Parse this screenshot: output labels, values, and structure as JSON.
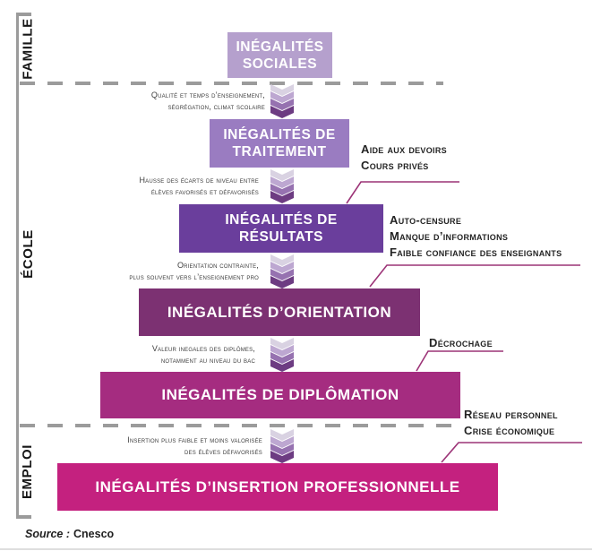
{
  "sections": [
    {
      "label": "FAMILLE"
    },
    {
      "label": "ÉCOLE"
    },
    {
      "label": "EMPLOI"
    }
  ],
  "boxes": [
    {
      "lines": [
        "INÉGALITÉS",
        "SOCIALES"
      ],
      "color": "#b5a0cd"
    },
    {
      "lines": [
        "INÉGALITÉS DE",
        "TRAITEMENT"
      ],
      "color": "#9a7cc1"
    },
    {
      "lines": [
        "INÉGALITÉS DE",
        "RÉSULTATS"
      ],
      "color": "#6a3e9c"
    },
    {
      "lines": [
        "INÉGALITÉS D’ORIENTATION"
      ],
      "color": "#7c3172"
    },
    {
      "lines": [
        "INÉGALITÉS DE DIPLÔMATION"
      ],
      "color": "#a52c80"
    },
    {
      "lines": [
        "INÉGALITÉS D’INSERTION PROFESSIONNELLE"
      ],
      "color": "#c4217f"
    }
  ],
  "left_notes": [
    {
      "line1": "Qualité et temps d’enseignement,",
      "line2": "ségrégation, climat scolaire"
    },
    {
      "line1": "Hausse des écarts de niveau entre",
      "line2": "élèves favorisés et défavorisés"
    },
    {
      "line1": "Orientation contrainte,",
      "line2": "plus souvent vers l’enseignement pro"
    },
    {
      "line1": "Valeur inegales des diplômes,",
      "line2": "notamment au niveau du bac"
    },
    {
      "line1": "Insertion plus faible et moins valorisée",
      "line2": "des élèves défavorisés"
    }
  ],
  "right_callouts": [
    {
      "lines": [
        "Aide aux devoirs",
        "Cours privés"
      ]
    },
    {
      "lines": [
        "Auto-censure",
        "Manque d’informations",
        "Faible confiance des enseignants"
      ]
    },
    {
      "lines": [
        "Décrochage"
      ]
    },
    {
      "lines": [
        "Réseau personnel",
        "Crise économique"
      ]
    }
  ],
  "source": {
    "prefix": "Source :",
    "value": "Cnesco"
  },
  "colors": {
    "chevrons": [
      "#d9d2e2",
      "#bda7d1",
      "#9672b0",
      "#6d3c82"
    ],
    "callout_line": "#9c3377",
    "structure_gray": "#9b9b9b",
    "note_text": "#3d3d3d",
    "callout_text": "#242424",
    "box_text": "#ffffff"
  }
}
